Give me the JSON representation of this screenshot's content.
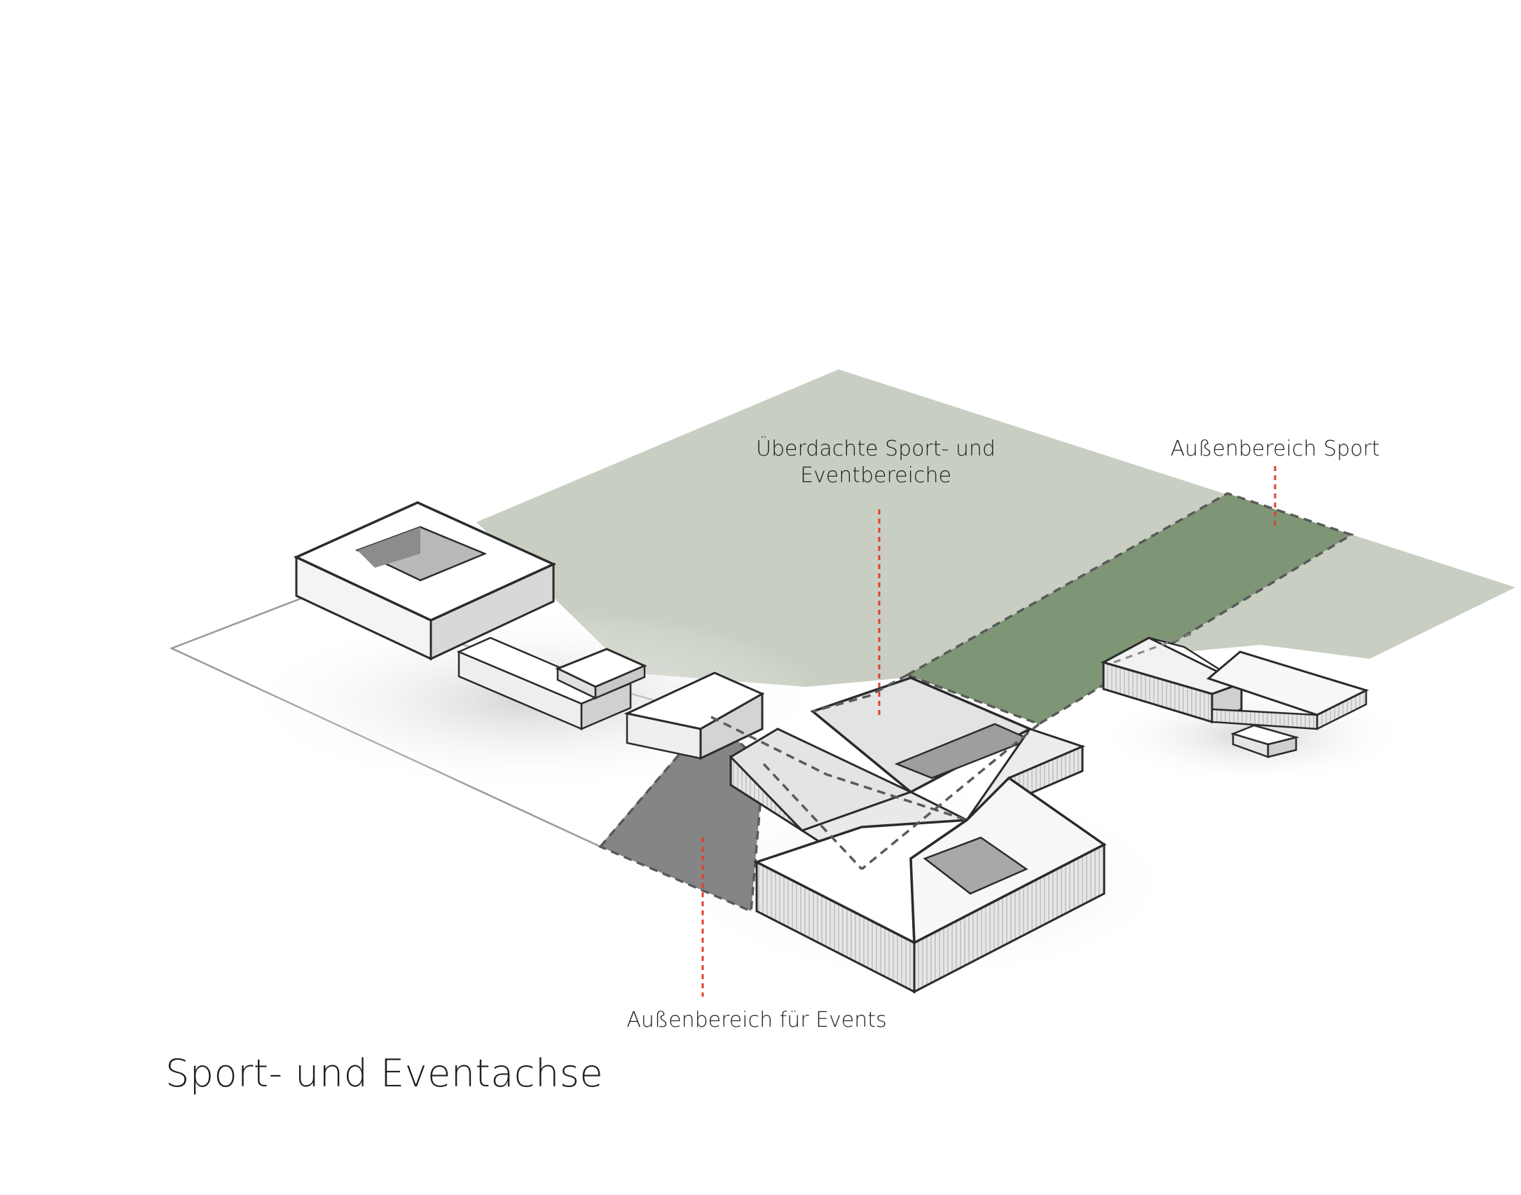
{
  "title": "Sport- und Eventachse",
  "labels": {
    "covered_line1": "Überdachte Sport- und",
    "covered_line2": "Eventbereiche",
    "outdoor_sport": "Außenbereich Sport",
    "outdoor_events": "Außenbereich für Events"
  },
  "colors": {
    "green_light": "#c8cfc2",
    "green_dark": "#7e9576",
    "grey_dark": "#858585",
    "leader_red": "#e0402a",
    "outline": "#2b2b2b"
  }
}
